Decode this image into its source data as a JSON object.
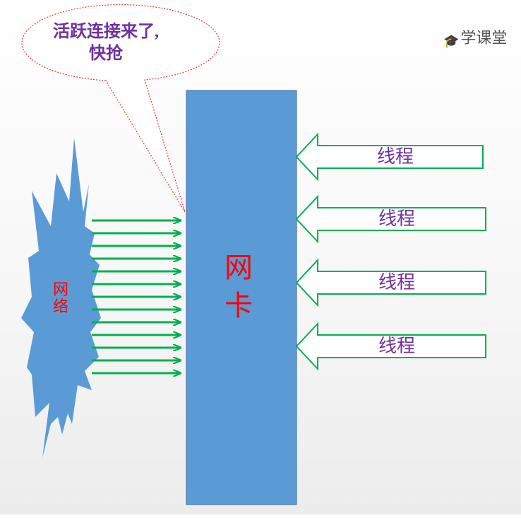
{
  "bubble": {
    "text_line1": "活跃连接来了,",
    "text_line2": "快抢"
  },
  "logo": {
    "icon": "graduation-cap-icon",
    "text": "学课堂"
  },
  "network": {
    "line1": "网",
    "line2": "络"
  },
  "nic": {
    "line1": "网",
    "line2": "卡"
  },
  "threads": [
    {
      "label": "线程"
    },
    {
      "label": "线程"
    },
    {
      "label": "线程"
    },
    {
      "label": "线程"
    }
  ],
  "colors": {
    "nic_fill": "#5b9bd5",
    "network_fill": "#5b9bd5",
    "arrow_green": "#00b050",
    "label_red": "#ff0000",
    "text_purple": "#7030a0",
    "bubble_stroke": "#ff0000"
  }
}
